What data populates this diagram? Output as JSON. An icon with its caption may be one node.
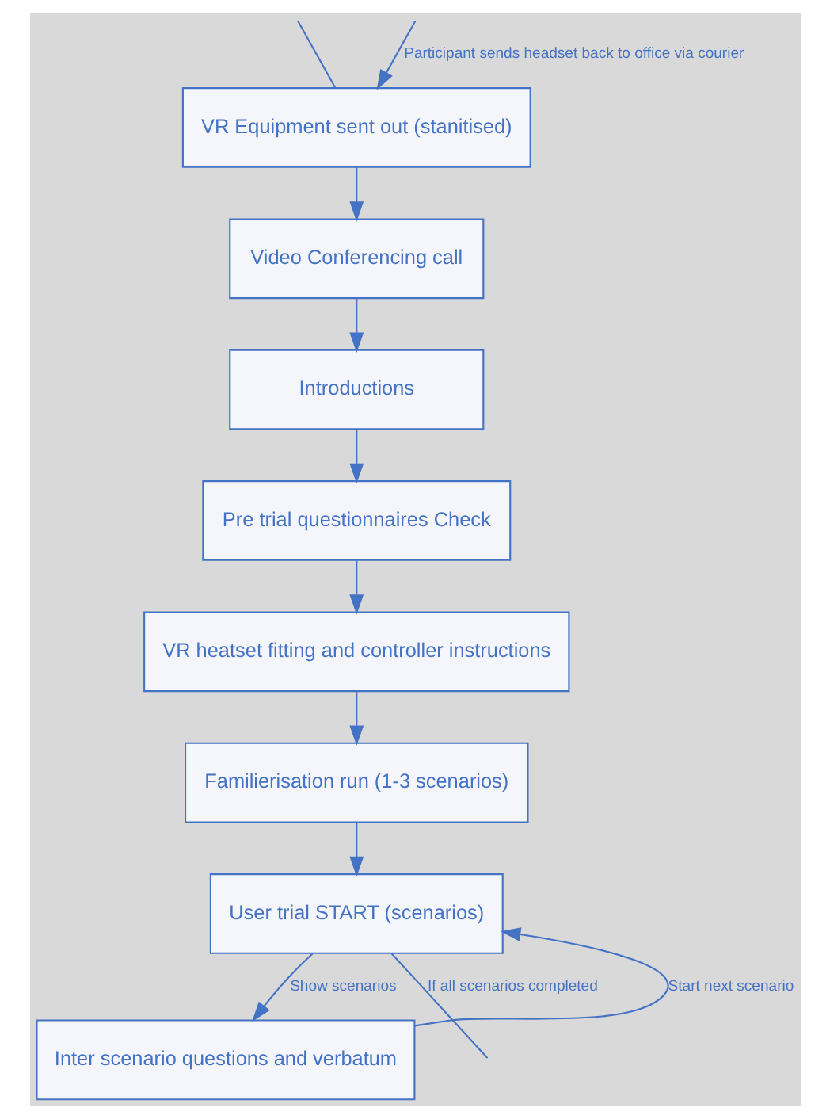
{
  "diagram": {
    "nodes": [
      {
        "text": [
          "VR Equipment sent out (stanitised)"
        ]
      },
      {
        "text": [
          "Video Conferencing call"
        ]
      },
      {
        "text": [
          "Introductions"
        ]
      },
      {
        "text": [
          "Pre trial questionnaires Check"
        ]
      },
      {
        "text": [
          "VR heatset fitting and controller instructions"
        ]
      },
      {
        "text": [
          "Familierisation run (1-3 scenarios)"
        ]
      },
      {
        "text": [
          "User trial START (scenarios)"
        ]
      },
      {
        "text": [
          "Inter scenario questions and verbatum"
        ]
      }
    ],
    "edges": [
      {
        "from": null,
        "to": 0,
        "arrow": "none"
      },
      {
        "from": 0,
        "to": 1,
        "arrow": "to"
      },
      {
        "from": 1,
        "to": 2,
        "arrow": "to"
      },
      {
        "from": 2,
        "to": 3,
        "arrow": "to"
      },
      {
        "from": 3,
        "to": 4,
        "arrow": "to"
      },
      {
        "from": 4,
        "to": 5,
        "arrow": "to"
      },
      {
        "from": 5,
        "to": 6,
        "arrow": "to"
      },
      {
        "from": 6,
        "to": 7,
        "label": "Show scenarios",
        "arrow": "to"
      },
      {
        "from": 7,
        "to": 6,
        "label": "Start next scenario",
        "arrow": "to"
      },
      {
        "from": 6,
        "to": null,
        "label": "If all scenarios completed",
        "arrow": "none"
      },
      {
        "from": null,
        "to": 0,
        "label": "Participant sends headset back to office via courier",
        "arrow": "to"
      }
    ]
  }
}
